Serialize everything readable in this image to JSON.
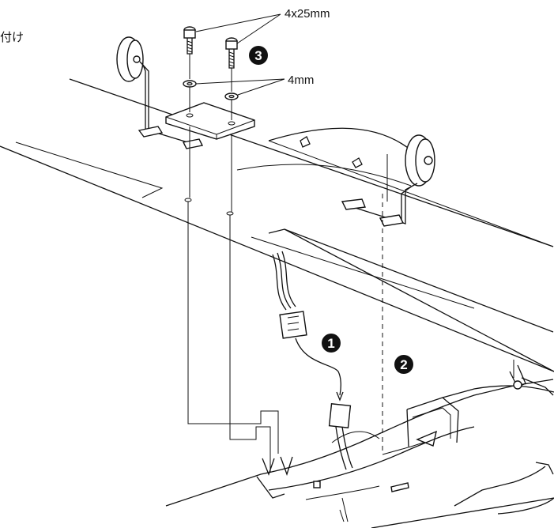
{
  "labels": {
    "screw_spec": "4x25mm",
    "washer_spec": "4mm",
    "partial_heading": "付け"
  },
  "steps": [
    "1",
    "2",
    "3"
  ],
  "colors": {
    "ink": "#111111",
    "paper": "#ffffff",
    "shade": "#e8e8e8"
  }
}
